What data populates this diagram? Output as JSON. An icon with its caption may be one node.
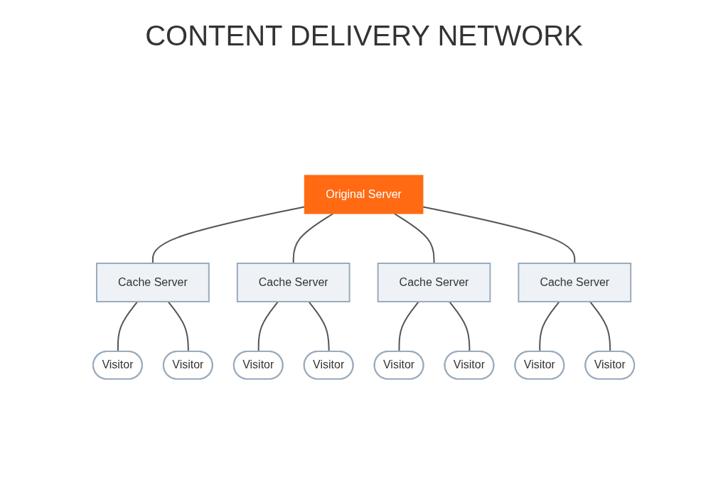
{
  "diagram": {
    "title": "CONTENT DELIVERY NETWORK",
    "nodes": [
      {
        "text": [
          "Visitor"
        ]
      },
      {
        "text": [
          "Cache Server"
        ]
      },
      {
        "text": [
          "Original Server"
        ]
      },
      {
        "text": [
          "Cache Server"
        ]
      },
      {
        "text": [
          "Visitor"
        ]
      },
      {
        "text": [
          "Visitor"
        ]
      },
      {
        "text": [
          "Visitor"
        ]
      },
      {
        "text": [
          "Cache Server"
        ]
      },
      {
        "text": [
          "Cache Server"
        ]
      },
      {
        "text": [
          "Visitor"
        ]
      },
      {
        "text": [
          "Visitor"
        ]
      },
      {
        "text": [
          "Visitor"
        ]
      },
      {
        "text": [
          "Visitor"
        ]
      }
    ],
    "edges": [
      {
        "from": 2,
        "to": 1,
        "arrow": "none"
      },
      {
        "from": 2,
        "to": 3,
        "arrow": "none"
      },
      {
        "from": 2,
        "to": 7,
        "arrow": "none"
      },
      {
        "from": 2,
        "to": 8,
        "arrow": "none"
      },
      {
        "from": 1,
        "to": 0,
        "arrow": "none"
      },
      {
        "from": 1,
        "to": 5,
        "arrow": "none"
      },
      {
        "from": 3,
        "to": 4,
        "arrow": "none"
      },
      {
        "from": 3,
        "to": 6,
        "arrow": "none"
      },
      {
        "from": 7,
        "to": 9,
        "arrow": "none"
      },
      {
        "from": 7,
        "to": 10,
        "arrow": "none"
      },
      {
        "from": 8,
        "to": 11,
        "arrow": "none"
      },
      {
        "from": 8,
        "to": 12,
        "arrow": "none"
      }
    ]
  }
}
